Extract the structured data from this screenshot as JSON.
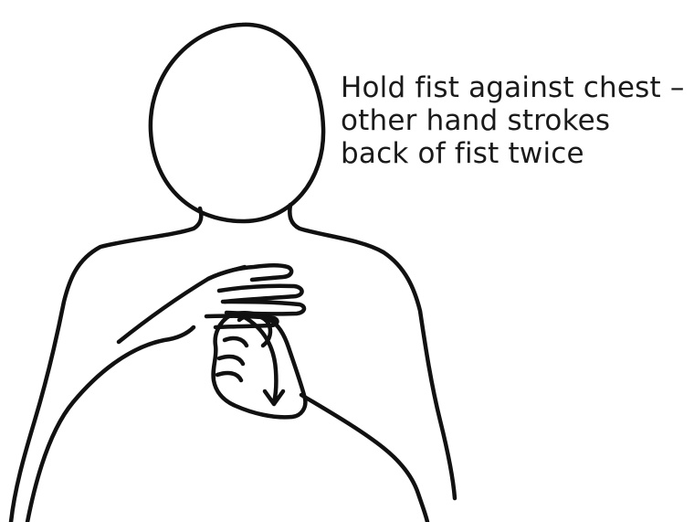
{
  "instruction": {
    "lines": [
      "Hold fist against chest –",
      "other hand strokes",
      "back of fist twice"
    ]
  },
  "figure": {
    "stroke_color": "#111111",
    "fill_color": "#ffffff",
    "icons": {
      "motion_arrow": "arrow-down-curved"
    }
  }
}
